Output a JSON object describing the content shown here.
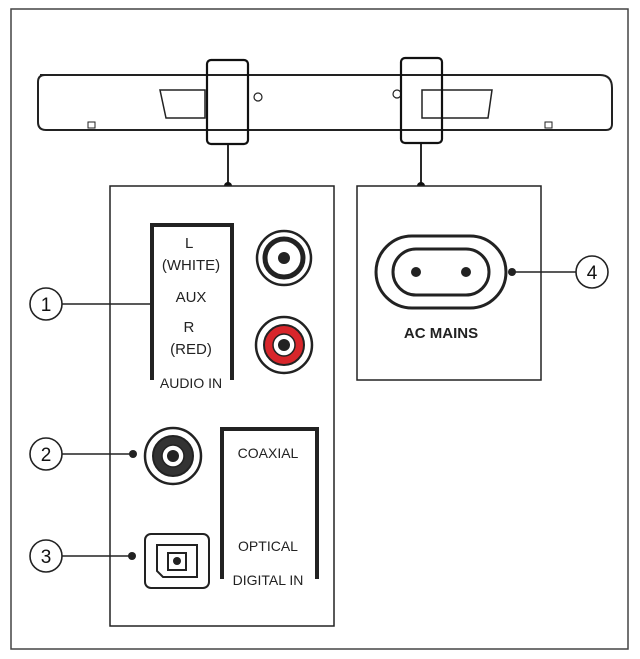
{
  "labels": {
    "audio_in_left": [
      "L",
      "(WHITE)"
    ],
    "aux": "AUX",
    "audio_in_right": [
      "R",
      "(RED)"
    ],
    "audio_in": "AUDIO IN",
    "coaxial": "COAXIAL",
    "optical": "OPTICAL",
    "digital_in": "DIGITAL IN",
    "ac_mains": "AC MAINS"
  },
  "callouts": [
    "1",
    "2",
    "3",
    "4"
  ],
  "colors": {
    "stroke": "#222222",
    "rca_white": "#ffffff",
    "rca_red": "#d8262b",
    "rca_black": "#333333"
  }
}
